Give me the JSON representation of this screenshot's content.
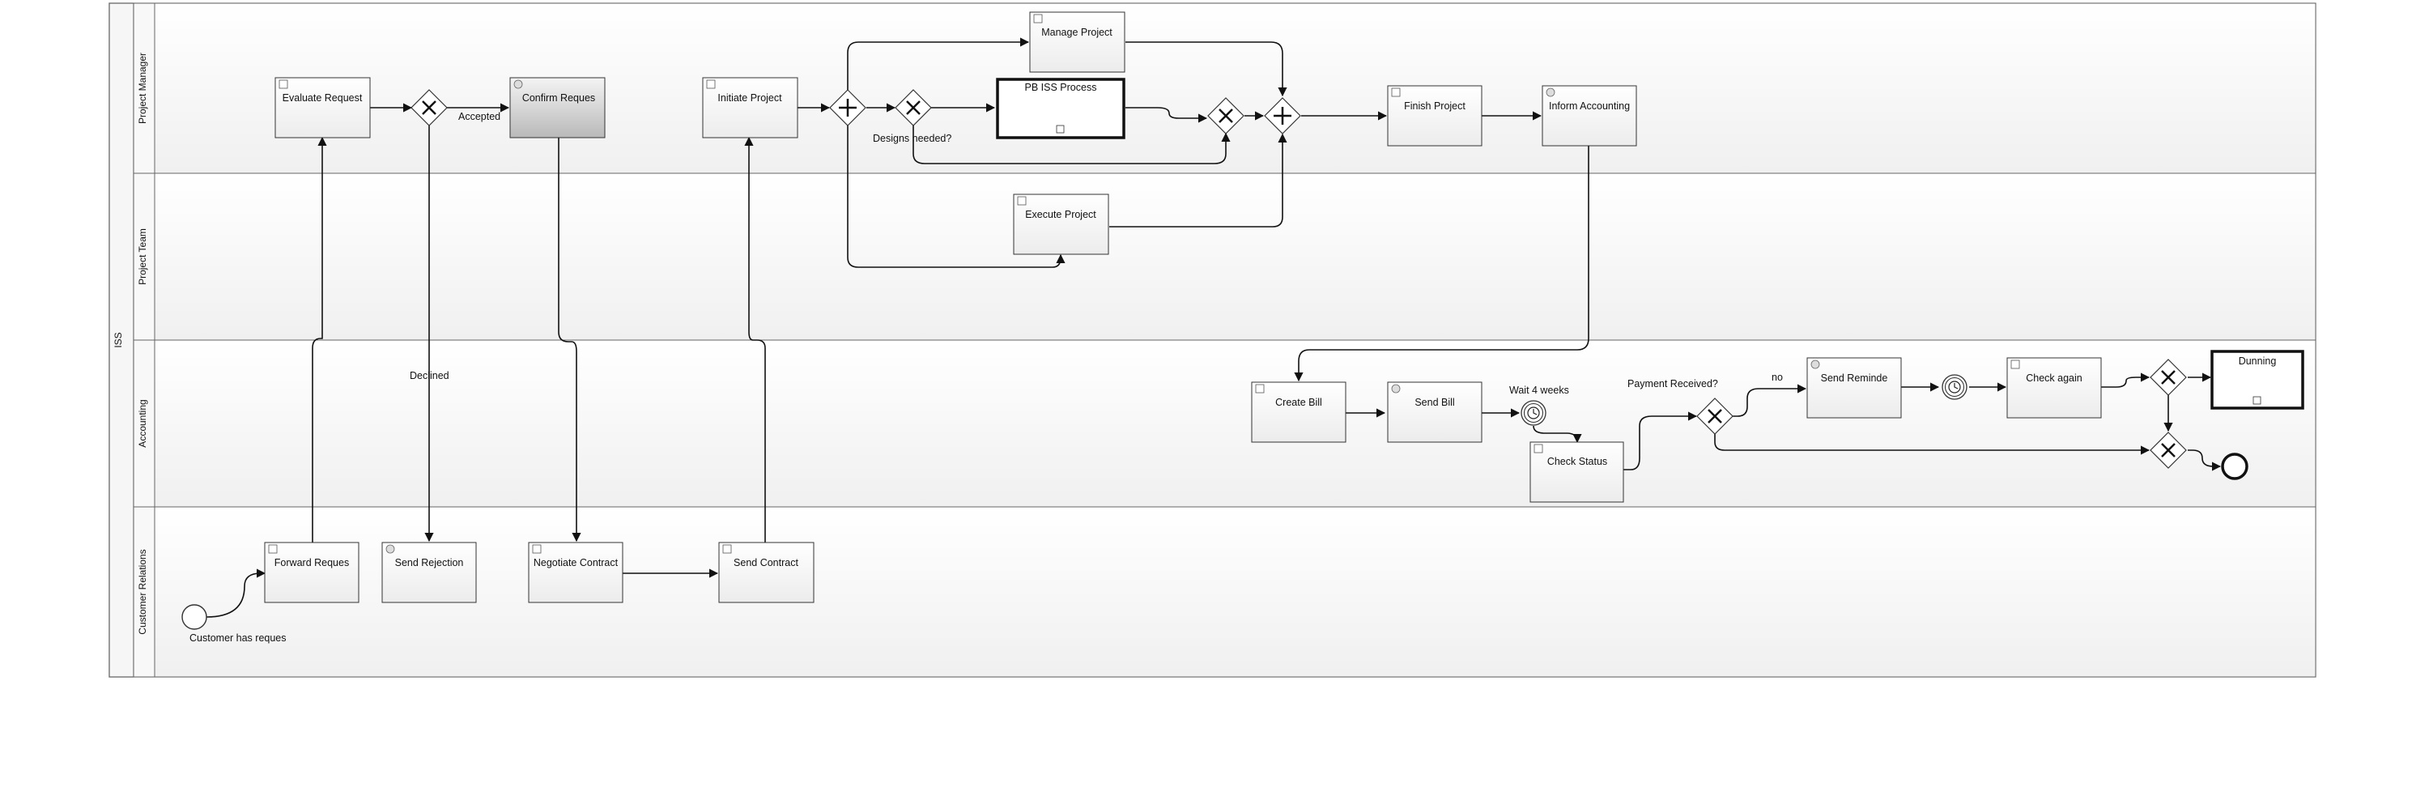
{
  "pool": {
    "label": "ISS"
  },
  "lanes": [
    {
      "id": "pm",
      "label": "Project Manager"
    },
    {
      "id": "pt",
      "label": "Project Team"
    },
    {
      "id": "acc",
      "label": "Accounting"
    },
    {
      "id": "cr",
      "label": "Customer Relations"
    }
  ],
  "tasks": [
    {
      "id": "evaluate",
      "label": "Evaluate Request",
      "marker": "user"
    },
    {
      "id": "confirm",
      "label": "Confirm Reques",
      "marker": "service"
    },
    {
      "id": "initiate",
      "label": "Initiate Project",
      "marker": "user"
    },
    {
      "id": "manage",
      "label": "Manage Project",
      "marker": "user"
    },
    {
      "id": "pbiss",
      "label": "PB ISS Process",
      "marker": "subprocess"
    },
    {
      "id": "finish",
      "label": "Finish Project",
      "marker": "user"
    },
    {
      "id": "inform",
      "label": "Inform Accounting",
      "marker": "service"
    },
    {
      "id": "execute",
      "label": "Execute Project",
      "marker": "user"
    },
    {
      "id": "createbill",
      "label": "Create Bill",
      "marker": "user"
    },
    {
      "id": "sendbill",
      "label": "Send Bill",
      "marker": "service"
    },
    {
      "id": "checkstatus",
      "label": "Check Status",
      "marker": "user"
    },
    {
      "id": "sendreminder",
      "label": "Send Reminde",
      "marker": "service"
    },
    {
      "id": "checkagain",
      "label": "Check again",
      "marker": "user"
    },
    {
      "id": "dunning",
      "label": "Dunning",
      "marker": "subprocess"
    },
    {
      "id": "forward",
      "label": "Forward Reques",
      "marker": "user"
    },
    {
      "id": "sendrejection",
      "label": "Send Rejection",
      "marker": "service"
    },
    {
      "id": "negotiate",
      "label": "Negotiate Contract",
      "marker": "user"
    },
    {
      "id": "sendcontract",
      "label": "Send Contract",
      "marker": "user"
    }
  ],
  "gateways": [
    {
      "id": "gw-accept",
      "kind": "exclusive"
    },
    {
      "id": "gw-split",
      "kind": "parallel"
    },
    {
      "id": "gw-designs",
      "kind": "exclusive"
    },
    {
      "id": "gw-merge-x",
      "kind": "exclusive"
    },
    {
      "id": "gw-join",
      "kind": "parallel"
    },
    {
      "id": "gw-payment",
      "kind": "exclusive"
    },
    {
      "id": "gw-check",
      "kind": "exclusive"
    },
    {
      "id": "gw-final",
      "kind": "exclusive"
    }
  ],
  "events": [
    {
      "id": "start",
      "kind": "start",
      "label": "Customer has reques"
    },
    {
      "id": "timer-wait",
      "kind": "timer",
      "label": "Wait 4 weeks"
    },
    {
      "id": "timer-remind",
      "kind": "timer",
      "label": ""
    },
    {
      "id": "end",
      "kind": "end",
      "label": ""
    }
  ],
  "flow_labels": [
    {
      "id": "accepted",
      "text": "Accepted"
    },
    {
      "id": "declined",
      "text": "Declined"
    },
    {
      "id": "designs",
      "text": "Designs needed?"
    },
    {
      "id": "payment",
      "text": "Payment Received?"
    },
    {
      "id": "no",
      "text": "no"
    }
  ]
}
